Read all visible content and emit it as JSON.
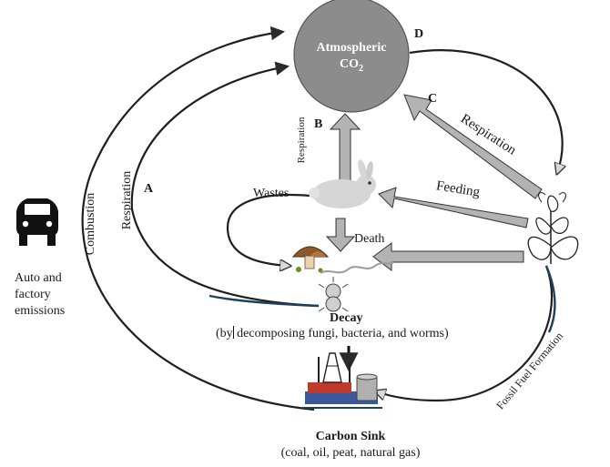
{
  "atmosphere": {
    "title": "Atmospheric",
    "formula": "CO",
    "subscript": "2"
  },
  "letters": {
    "a": "A",
    "b": "B",
    "c": "C",
    "d": "D"
  },
  "labels": {
    "respiration_left": "Respiration",
    "respiration_small": "Respiration",
    "respiration_right": "Respiration",
    "combustion": "Combustion",
    "wastes": "Wastes",
    "death": "Death",
    "feeding": "Feeding",
    "fossil_fuel_formation": "Fossil Fuel Formation",
    "auto_emissions": [
      "Auto and",
      "factory",
      "emissions"
    ]
  },
  "decay": {
    "title": "Decay",
    "subtitle_pre": "(by",
    "subtitle_post": " decomposing fungi, bacteria, and worms)"
  },
  "carbon_sink": {
    "title": "Carbon Sink",
    "subtitle": "(coal, oil, peat, natural gas)"
  },
  "colors": {
    "atmosphere_fill": "#8c8c8c",
    "arrow_gray": "#a6a6a6",
    "line_dark": "#1f1f1f",
    "line_blue": "#1f3f5f"
  }
}
